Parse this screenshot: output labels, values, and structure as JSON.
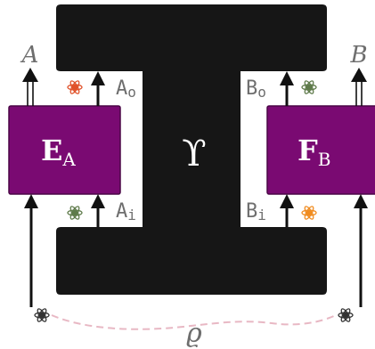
{
  "colors": {
    "block": "#161616",
    "box_fill": "#7a0a72",
    "box_stroke": "#4a0646",
    "arrow": "#111111",
    "label_gray": "#6e6e6e",
    "entangle": "#e8b8c4",
    "atom_red": "#e0522a",
    "atom_green": "#5e7a4a",
    "atom_orange": "#f08c20",
    "atom_dark": "#333333"
  },
  "icons": {
    "atom": "atom-icon"
  },
  "labels": {
    "output_left": "A",
    "output_right": "B",
    "left_box_main": "E",
    "left_box_sub": "A",
    "right_box_main": "F",
    "right_box_sub": "B",
    "center_symbol": "ϒ",
    "port_a_out": "A",
    "port_a_out_sub": "o",
    "port_a_in": "A",
    "port_a_in_sub": "i",
    "port_b_out": "B",
    "port_b_out_sub": "o",
    "port_b_in": "B",
    "port_b_in_sub": "i",
    "state": "ϱ"
  }
}
